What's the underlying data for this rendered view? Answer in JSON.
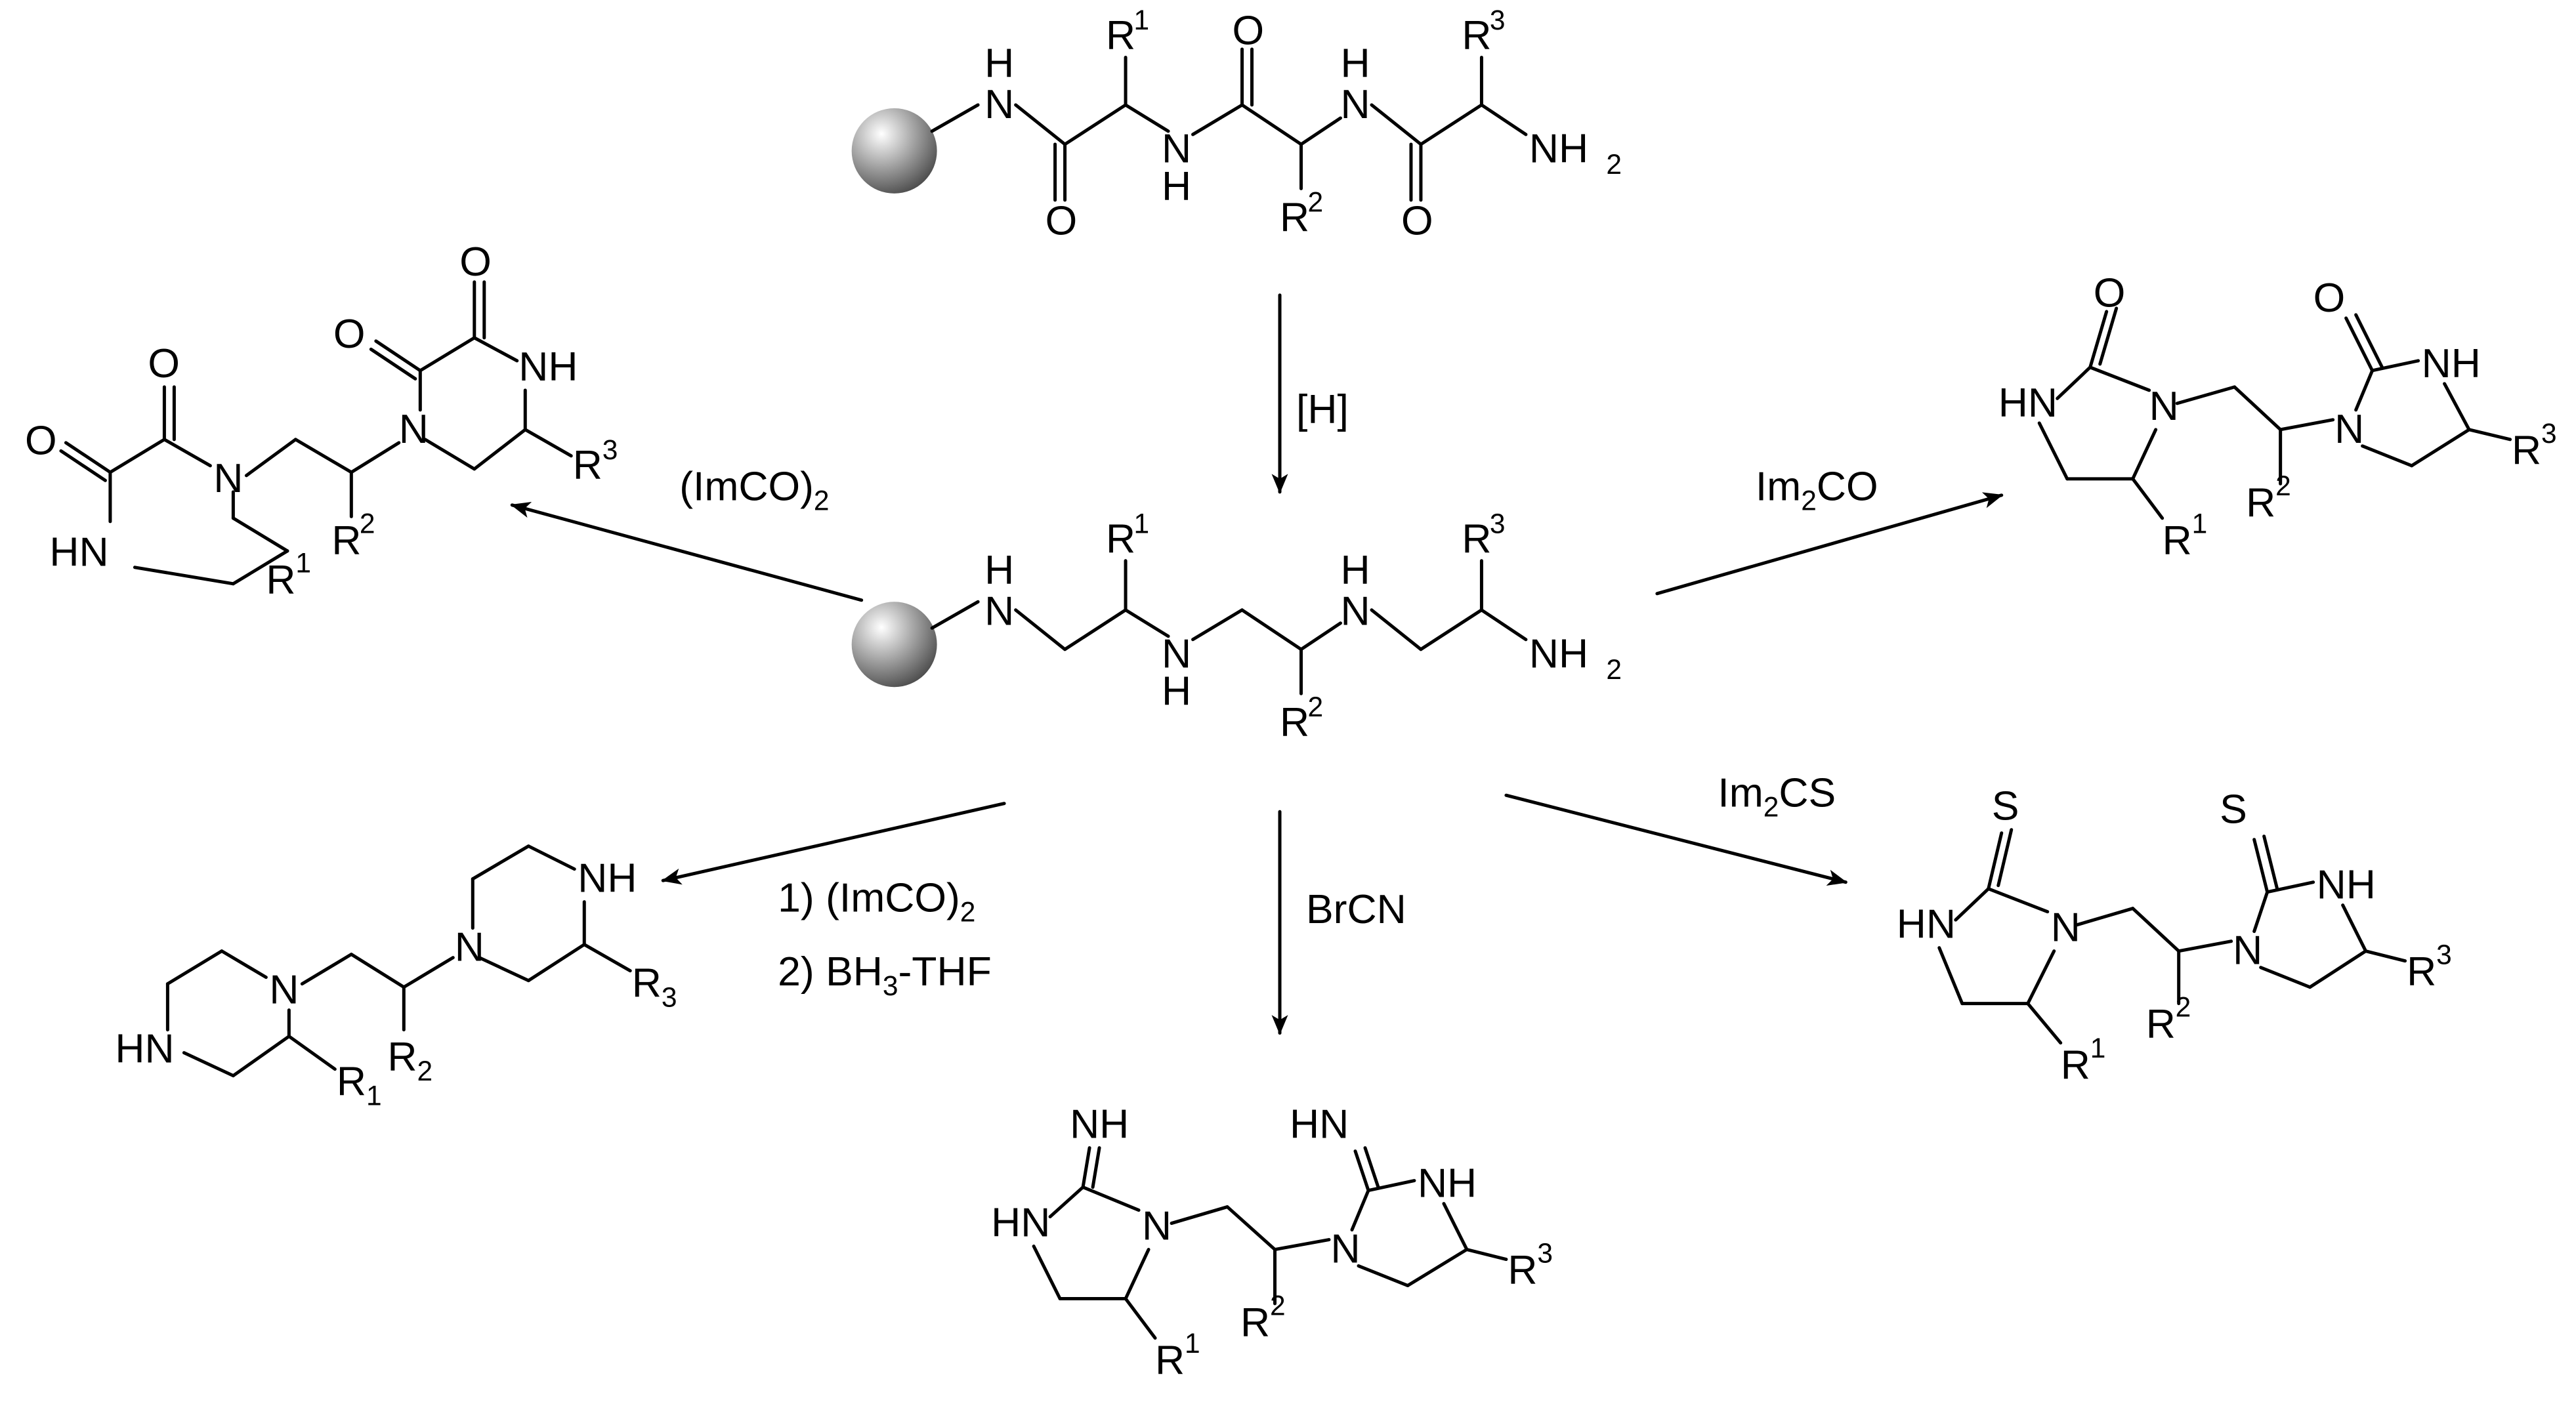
{
  "colors": {
    "ink": "#000000",
    "bead_light": "#ffffff",
    "bead_dark": "#4d4d4d"
  },
  "atoms": {
    "NH": "NH",
    "HN": "HN",
    "N": "N",
    "H": "H",
    "O": "O",
    "S": "S",
    "HN_imine": "HN",
    "NH_imine": "NH",
    "NH2": "NH",
    "NH2_sub": "2",
    "R": "R",
    "one": "1",
    "two": "2",
    "three": "3"
  },
  "reagents": {
    "reduction": "[H]",
    "oxalyl_label": "(ImCO)",
    "oxalyl_sub": "2",
    "carbonyl_label": "Im",
    "carbonyl_sub": "2",
    "carbonyl_tail": "CO",
    "thio_label": "Im",
    "thio_sub": "2",
    "thio_tail": "CS",
    "cyanogen": "BrCN",
    "step1_prefix": "1) (ImCO)",
    "step1_sub": "2",
    "step2_prefix": "2) BH",
    "step2_sub": "3",
    "step2_tail": "-THF"
  }
}
